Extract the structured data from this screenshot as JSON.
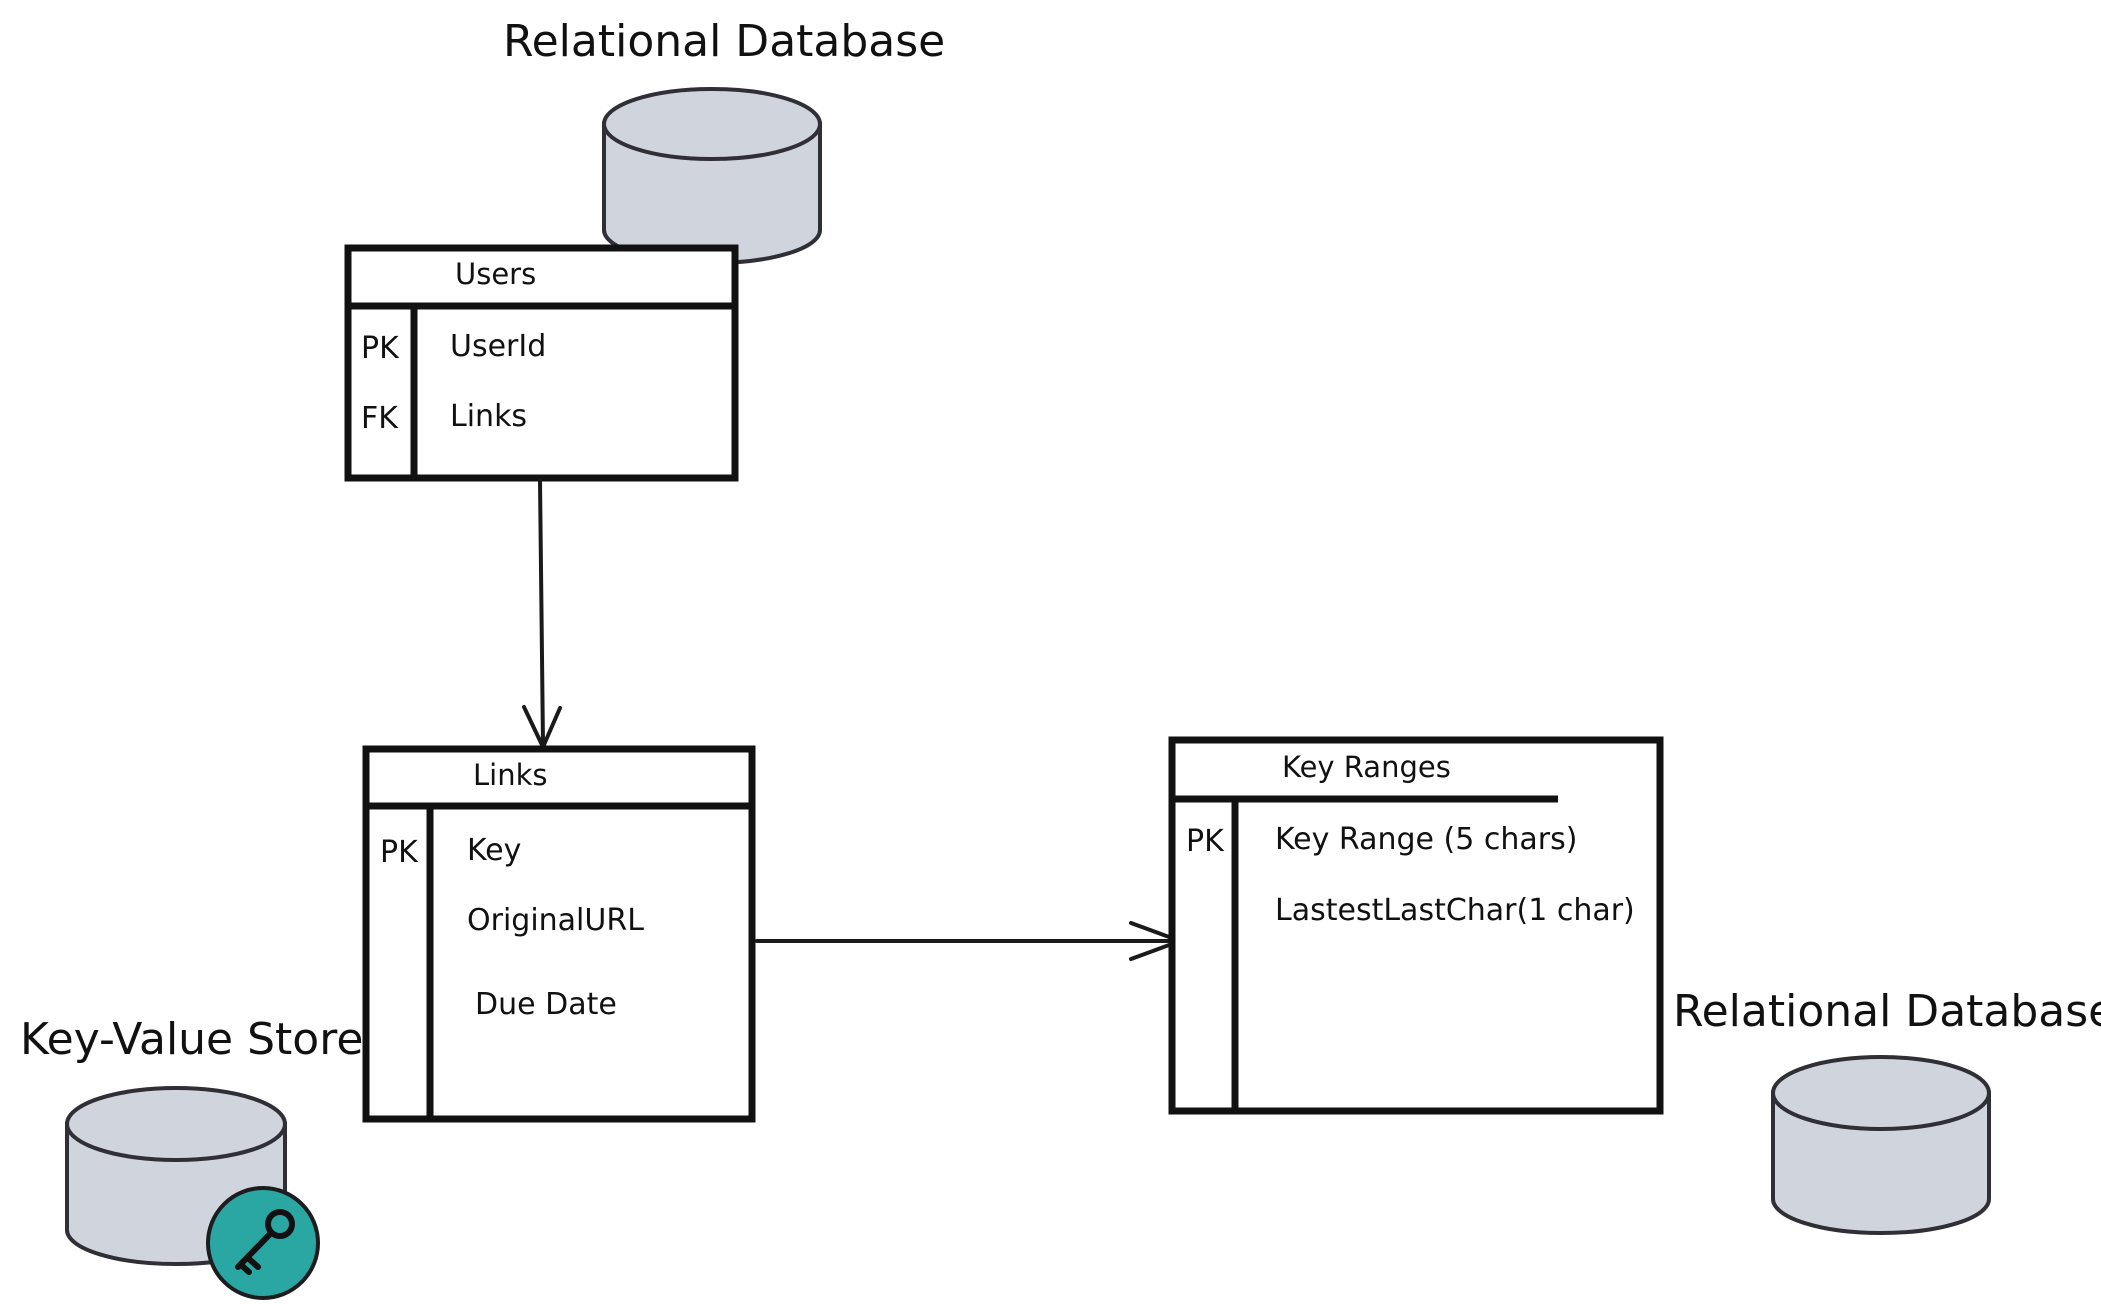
{
  "labels": {
    "top_db": "Relational Database",
    "right_db": "Relational Database",
    "kv_store": "Key-Value Store"
  },
  "tables": {
    "users": {
      "title": "Users",
      "rows": [
        {
          "key": "PK",
          "field": "UserId"
        },
        {
          "key": "FK",
          "field": "Links"
        }
      ]
    },
    "links": {
      "title": "Links",
      "rows": [
        {
          "key": "PK",
          "field": "Key"
        },
        {
          "key": "",
          "field": "OriginalURL"
        },
        {
          "key": "",
          "field": "Due Date"
        }
      ]
    },
    "key_ranges": {
      "title": "Key Ranges",
      "rows": [
        {
          "key": "PK",
          "field": "Key Range (5 chars)"
        },
        {
          "key": "",
          "field": "LastestLastChar(1 char)"
        }
      ]
    }
  },
  "icons": {
    "kv_badge": "key-icon",
    "badge_color": "#2aa7a3",
    "database": "database-icon"
  },
  "colors": {
    "cylinder_fill": "#d0d4dc",
    "stroke": "#111111"
  }
}
